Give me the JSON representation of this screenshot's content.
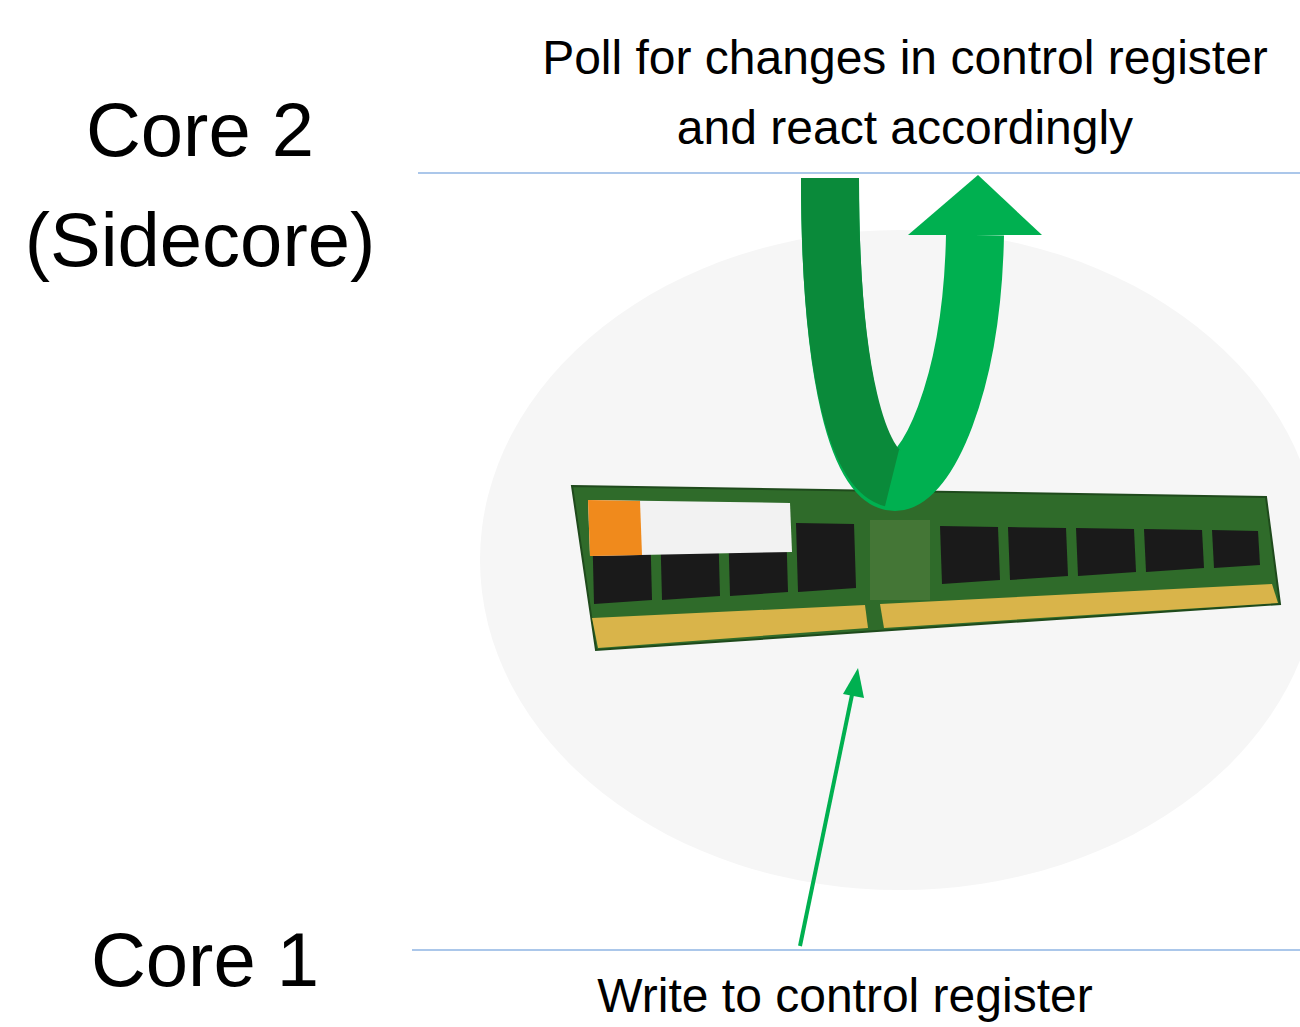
{
  "diagram": {
    "labels": [
      "Core 2 (Sidecore)",
      "Poll for changes in control register and react accordingly",
      "Core 1",
      "Write to control register"
    ]
  }
}
